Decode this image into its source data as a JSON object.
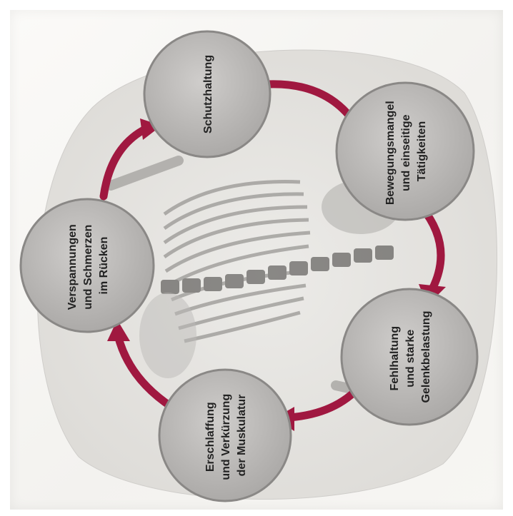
{
  "diagram": {
    "nodes": [
      {
        "id": "schutzhaltung",
        "lines": [
          "Schutzhaltung"
        ]
      },
      {
        "id": "bewegungsmangel",
        "lines": [
          "Bewegungsmangel",
          "und einseitige",
          "Tätigkeiten"
        ]
      },
      {
        "id": "fehlhaltung",
        "lines": [
          "Fehlhaltung",
          "und starke",
          "Gelenkbelastung"
        ]
      },
      {
        "id": "erschlaffung",
        "lines": [
          "Erschlaffung",
          "und Verkürzung",
          "der Muskulatur"
        ]
      },
      {
        "id": "verspannungen",
        "lines": [
          "Verspannungen",
          "und Schmerzen",
          "im Rücken"
        ]
      }
    ],
    "flow": [
      "schutzhaltung",
      "bewegungsmangel",
      "fehlhaltung",
      "erschlaffung",
      "verspannungen",
      "schutzhaltung"
    ],
    "colors": {
      "arrow": "#a01840",
      "node_fill": "#b8b6b4",
      "node_stroke": "#8a8886",
      "background_blob": "#e2e0dd"
    },
    "background_illustration": "x-ray-skeleton"
  }
}
